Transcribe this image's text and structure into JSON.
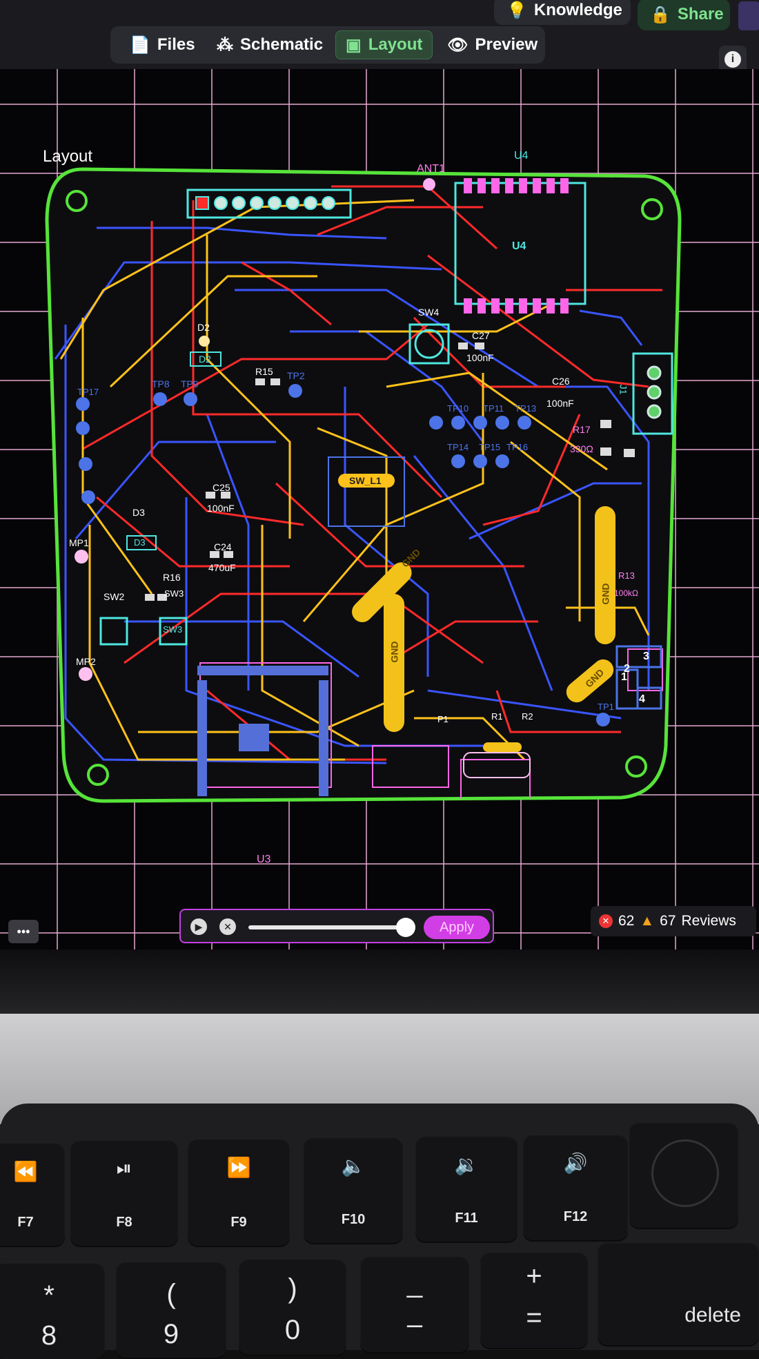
{
  "topbar": {
    "knowledge_label": "Knowledge",
    "share_label": "Share",
    "tabs": [
      {
        "label": "Files",
        "icon": "file-icon"
      },
      {
        "label": "Schematic",
        "icon": "schematic-icon"
      },
      {
        "label": "Layout",
        "icon": "layout-icon",
        "active": true
      },
      {
        "label": "Preview",
        "icon": "eye-icon"
      }
    ]
  },
  "canvas": {
    "title": "Layout",
    "components": {
      "ant1": "ANT1",
      "u4_top": "U4",
      "u4": "U4",
      "sw4": "SW4",
      "c27": "C27",
      "c27_val": "100nF",
      "c26": "C26",
      "c26_val": "100nF",
      "r17": "R17",
      "r17_val": "330Ω",
      "j1": "J1",
      "d2": "D2",
      "d2b": "D2",
      "r15": "R15",
      "tp2": "TP2",
      "tp8": "TP8",
      "tp9": "TP9",
      "tp10": "TP10",
      "tp11": "TP11",
      "tp13": "TP13",
      "tp14": "TP14",
      "tp15": "TP15",
      "tp16": "TP16",
      "tp17": "TP17",
      "c25": "C25",
      "c25_val": "100nF",
      "c24": "C24",
      "c24_val": "470uF",
      "d3": "D3",
      "d3b": "D3",
      "mp1": "MP1",
      "mp2": "MP2",
      "sw2": "SW2",
      "sw3": "SW3",
      "sw3b": "SW3",
      "r16": "R16",
      "sw_l1": "SW_L1",
      "gnd": "GND",
      "r13": "R13",
      "r13_val": "100kΩ",
      "tp1": "TP1",
      "u3": "U3",
      "r1": "R1",
      "r2": "R2",
      "p1": "P1",
      "j_nums": [
        "1",
        "2",
        "3",
        "4"
      ]
    }
  },
  "toolbar": {
    "apply_label": "Apply",
    "slider_value": 0.95
  },
  "reviews": {
    "errors": "62",
    "warnings": "67",
    "label": "Reviews"
  },
  "keyboard": {
    "keys": [
      {
        "sym": "⏪",
        "lbl": "F7"
      },
      {
        "sym": "⏯",
        "lbl": "F8"
      },
      {
        "sym": "⏩",
        "lbl": "F9"
      },
      {
        "sym": "🔈",
        "lbl": "F10"
      },
      {
        "sym": "🔉",
        "lbl": "F11"
      },
      {
        "sym": "🔊",
        "lbl": "F12"
      }
    ],
    "row2": [
      {
        "top": "*",
        "bottom": "8"
      },
      {
        "top": "(",
        "bottom": "9"
      },
      {
        "top": ")",
        "bottom": "0"
      },
      {
        "top": "_",
        "bottom": "–"
      },
      {
        "top": "+",
        "bottom": "="
      }
    ],
    "delete_label": "delete"
  },
  "colors": {
    "accent_green": "#7ee28f",
    "board_outline": "#57e33a",
    "trace_red": "#ff2a2a",
    "trace_blue": "#3a55ff",
    "trace_yellow": "#ffc21a",
    "silkscreen_pink": "#ff66e8",
    "apply_purple": "#d23ee6"
  }
}
